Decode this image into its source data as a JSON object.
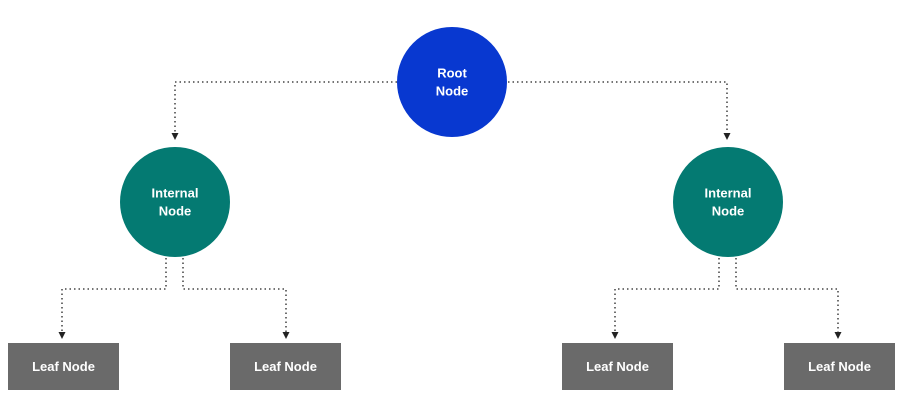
{
  "colors": {
    "root": "#0838D0",
    "internal": "#047A72",
    "leaf": "#6A6A6A",
    "connector": "#222222",
    "text": "#FFFFFF"
  },
  "root": {
    "line1": "Root",
    "line2": "Node"
  },
  "internal_left": {
    "line1": "Internal",
    "line2": "Node"
  },
  "internal_right": {
    "line1": "Internal",
    "line2": "Node"
  },
  "leaves": [
    {
      "label": "Leaf Node"
    },
    {
      "label": "Leaf Node"
    },
    {
      "label": "Leaf Node"
    },
    {
      "label": "Leaf Node"
    }
  ]
}
